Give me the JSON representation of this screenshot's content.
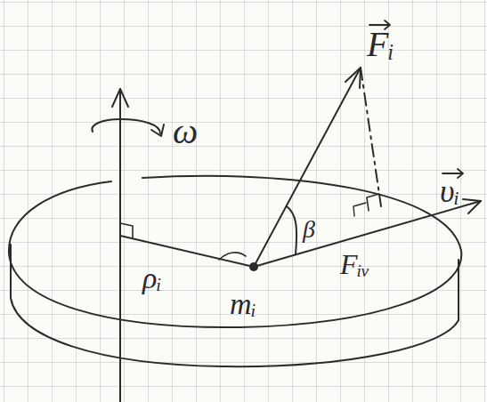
{
  "diagram": {
    "labels": [
      "ω",
      "Fᵢ",
      "β",
      "ρᵢ",
      "mᵢ",
      "Fᵢᵥ",
      "υᵢ"
    ]
  }
}
